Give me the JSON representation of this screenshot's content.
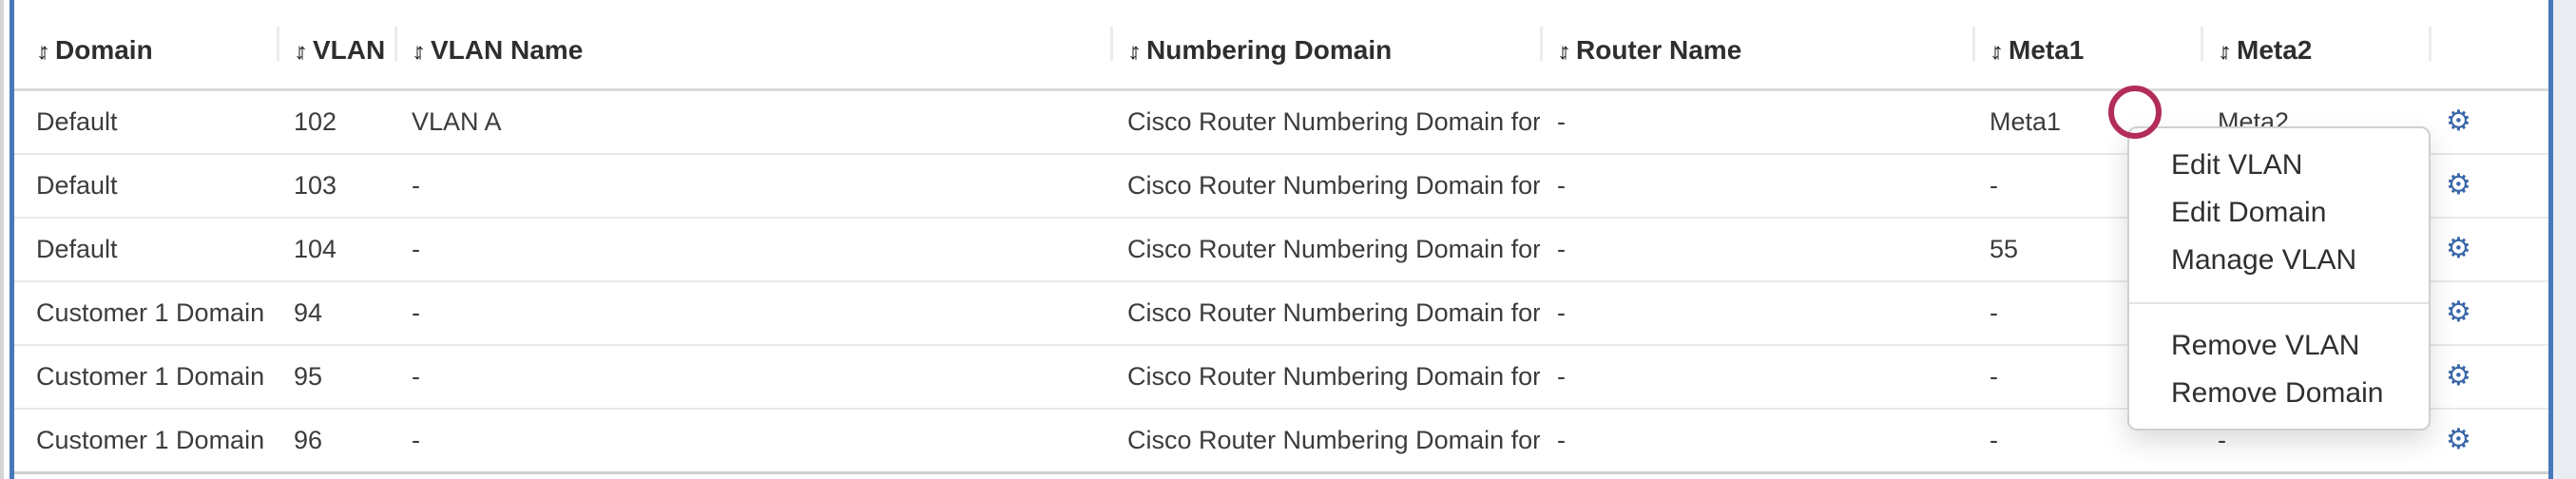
{
  "icons": {
    "sort_icon": "↓↑",
    "gear_icon": "⚙"
  },
  "colors": {
    "panel_border_blue": "#4878ba",
    "gear_blue": "#3a67a8",
    "annotation_crimson": "#b22c5c",
    "right_background": "#e9edf2"
  },
  "table": {
    "columns": [
      {
        "id": "domain",
        "label": "Domain"
      },
      {
        "id": "vlan",
        "label": "VLAN"
      },
      {
        "id": "vlan_name",
        "label": "VLAN Name"
      },
      {
        "id": "numbering_domain",
        "label": "Numbering Domain"
      },
      {
        "id": "router_name",
        "label": "Router Name"
      },
      {
        "id": "meta1",
        "label": "Meta1"
      },
      {
        "id": "meta2",
        "label": "Meta2"
      },
      {
        "id": "actions",
        "label": ""
      }
    ],
    "rows": [
      {
        "domain": "Default",
        "vlan": "102",
        "vlan_name": "VLAN A",
        "numbering_domain": "Cisco Router Numbering Domain for ...",
        "router_name": "-",
        "meta1": "Meta1",
        "meta2": "Meta2"
      },
      {
        "domain": "Default",
        "vlan": "103",
        "vlan_name": "-",
        "numbering_domain": "Cisco Router Numbering Domain for ...",
        "router_name": "-",
        "meta1": "-",
        "meta2": "-"
      },
      {
        "domain": "Default",
        "vlan": "104",
        "vlan_name": "-",
        "numbering_domain": "Cisco Router Numbering Domain for ...",
        "router_name": "-",
        "meta1": "55",
        "meta2": "-"
      },
      {
        "domain": "Customer 1 Domain",
        "vlan": "94",
        "vlan_name": "-",
        "numbering_domain": "Cisco Router Numbering Domain for ...",
        "router_name": "-",
        "meta1": "-",
        "meta2": "-"
      },
      {
        "domain": "Customer 1 Domain",
        "vlan": "95",
        "vlan_name": "-",
        "numbering_domain": "Cisco Router Numbering Domain for ...",
        "router_name": "-",
        "meta1": "-",
        "meta2": "-"
      },
      {
        "domain": "Customer 1 Domain",
        "vlan": "96",
        "vlan_name": "-",
        "numbering_domain": "Cisco Router Numbering Domain for ...",
        "router_name": "-",
        "meta1": "-",
        "meta2": "-"
      }
    ]
  },
  "context_menu": {
    "sections": [
      {
        "items": [
          "Edit VLAN",
          "Edit Domain",
          "Manage VLAN"
        ]
      },
      {
        "items": [
          "Remove VLAN",
          "Remove Domain"
        ]
      }
    ]
  }
}
